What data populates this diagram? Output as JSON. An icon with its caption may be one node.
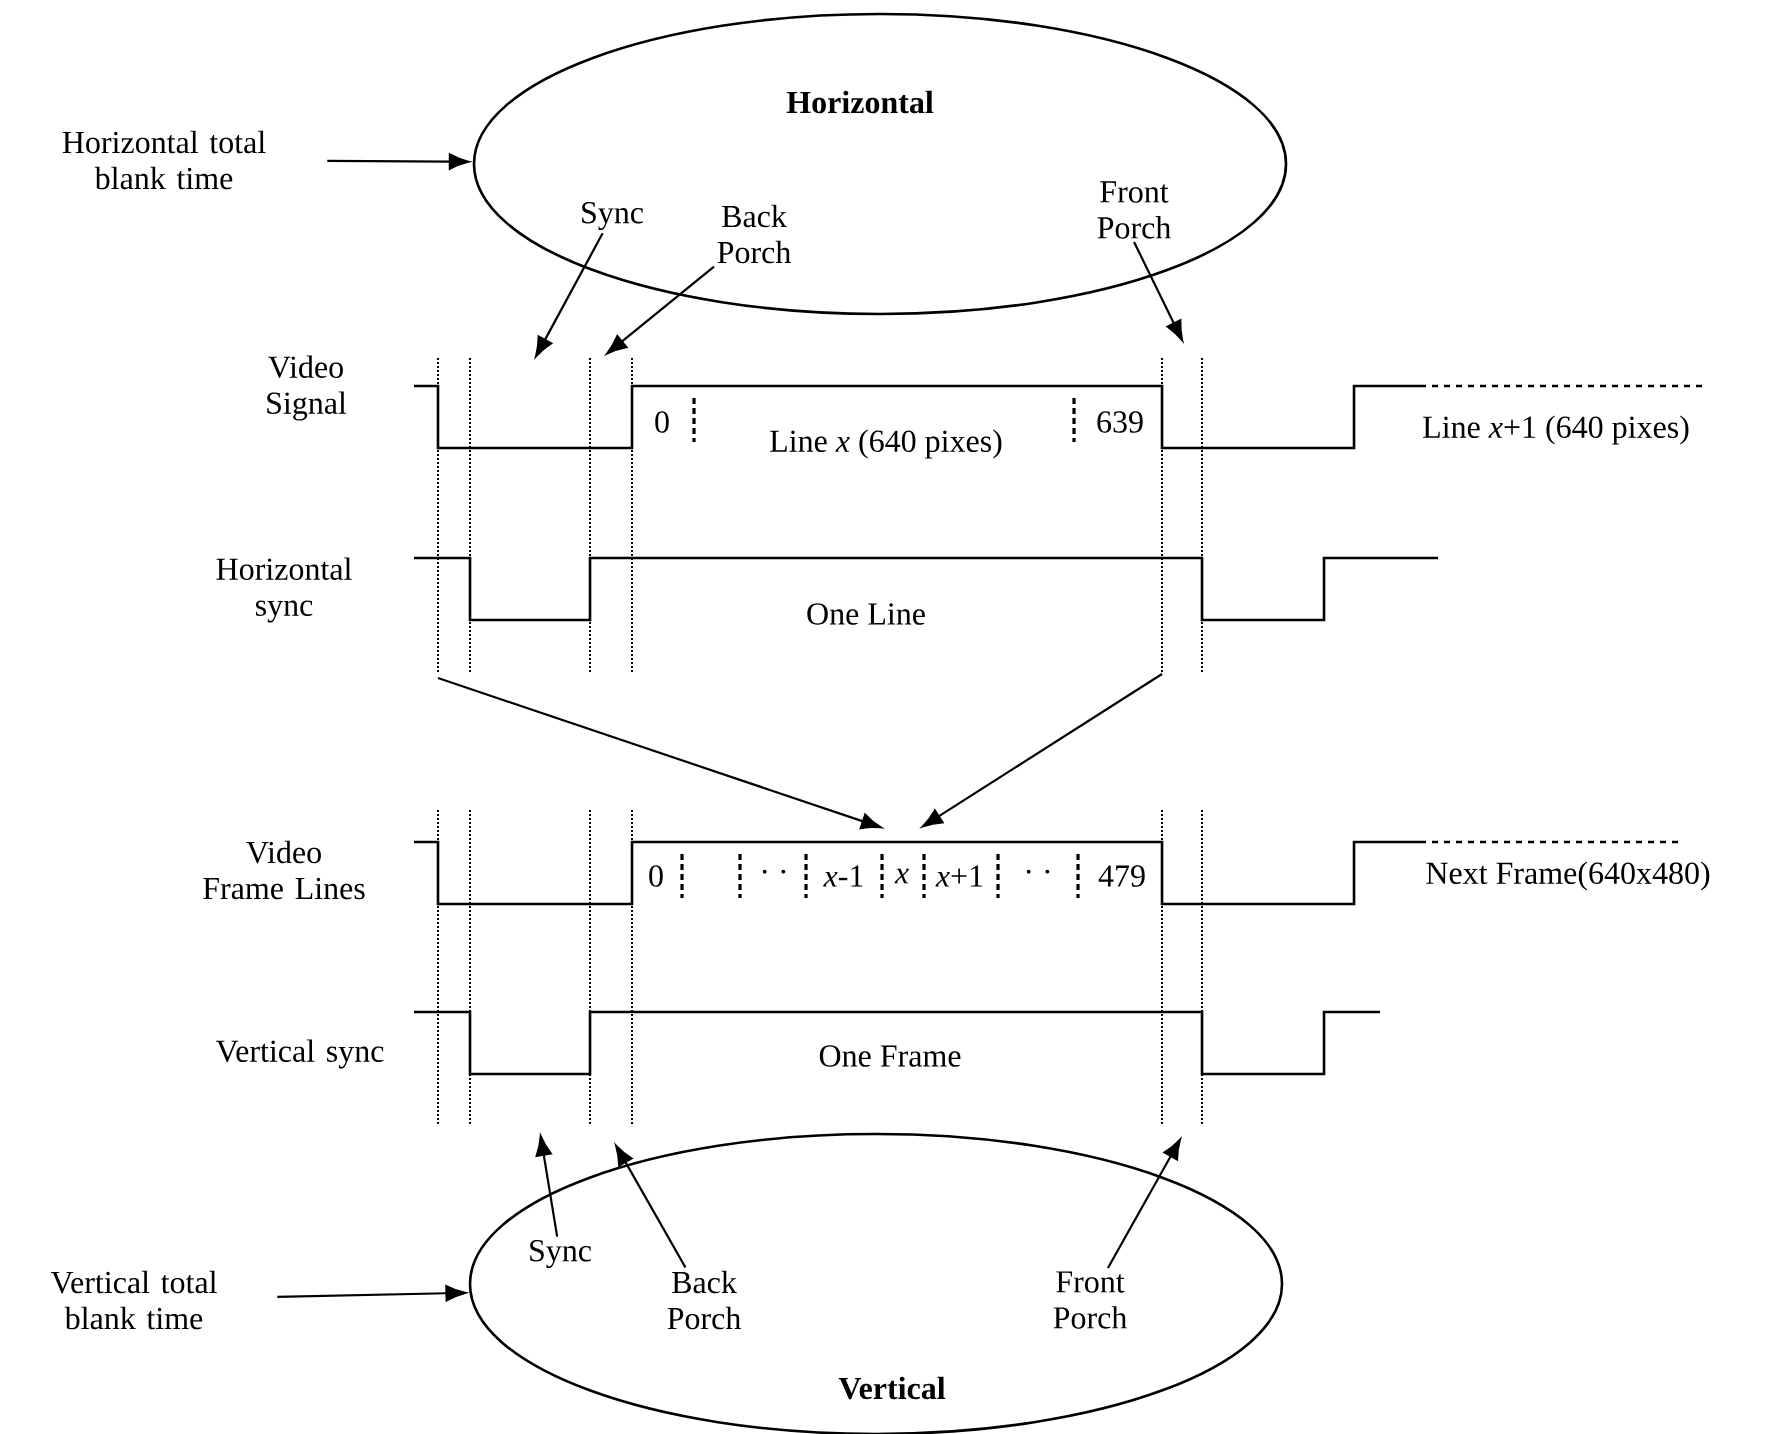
{
  "diagram": {
    "nodes": [
      {
        "text": [
          "Horizontal"
        ]
      },
      {
        "text": [
          "Sync"
        ],
        "in": 0
      },
      {
        "text": [
          "Back Porch"
        ],
        "in": 0
      },
      {
        "text": [
          "Front Porch"
        ],
        "in": 0
      },
      {
        "text": [
          "Horizontal total blank time"
        ]
      },
      {
        "text": [
          "Vertical"
        ]
      },
      {
        "text": [
          "Sync"
        ],
        "in": 5
      },
      {
        "text": [
          "Back Porch"
        ],
        "in": 5
      },
      {
        "text": [
          "Front Porch"
        ],
        "in": 5
      },
      {
        "text": [
          "Vertical total blank time"
        ]
      },
      {
        "text": [
          "x"
        ]
      }
    ],
    "edges": [
      {
        "from": 4,
        "to": 0,
        "arrow": "to"
      },
      {
        "from": 1,
        "to": null,
        "arrow": "to"
      },
      {
        "from": 2,
        "to": null,
        "arrow": "to"
      },
      {
        "from": 3,
        "to": null,
        "arrow": "to"
      },
      {
        "from": null,
        "to": 10,
        "arrow": "to"
      },
      {
        "from": null,
        "to": 10,
        "arrow": "to"
      },
      {
        "from": 9,
        "to": 5,
        "arrow": "to"
      },
      {
        "from": 6,
        "to": null,
        "arrow": "to"
      },
      {
        "from": 7,
        "to": null,
        "arrow": "to"
      },
      {
        "from": 8,
        "to": null,
        "arrow": "to"
      }
    ],
    "labels": [
      "Video Signal",
      "0",
      "Line *x* (640 pixes)",
      "639",
      "Line *x*+1 (640 pixes)",
      "Horizontal sync",
      "One Line",
      "Video Frame Lines",
      "0",
      "· ·",
      "*x*-1",
      "*x*+1",
      "· ·",
      "479",
      "Next Frame(640x480)",
      "Vertical sync",
      "One Frame"
    ]
  }
}
